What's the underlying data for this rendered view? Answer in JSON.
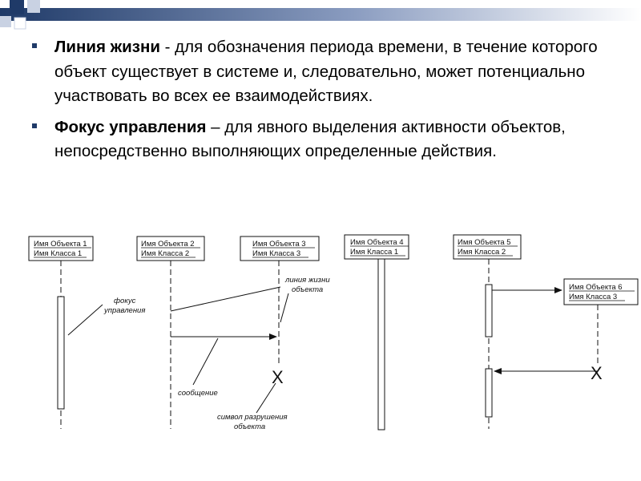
{
  "slide": {
    "colors": {
      "accent_dark": "#1f3a68",
      "accent_light": "#c9d2e3",
      "ink": "#111111"
    },
    "bullets": [
      {
        "term": "Линия жизни",
        "text": " - для обозначения периода времени, в течение которого объект существует в системе и, следовательно, может потенциально участвовать во всех ее взаимодействиях."
      },
      {
        "term": "Фокус управления",
        "text": " – для явного выделения активности объектов, непосредственно выполняющих определенные действия."
      }
    ]
  },
  "diagram": {
    "objects": [
      {
        "name": "Имя Объекта 1",
        "cls": "Имя Класса 1"
      },
      {
        "name": "Имя Объекта 2",
        "cls": "Имя Класса 2"
      },
      {
        "name": "Имя Объекта 3",
        "cls": "Имя Класса 3"
      },
      {
        "name": "Имя Объекта 4",
        "cls": "Имя Класса 1"
      },
      {
        "name": "Имя Объекта 5",
        "cls": "Имя Класса 2"
      },
      {
        "name": "Имя Объекта 6",
        "cls": "Имя Класса 3"
      }
    ],
    "annotations": {
      "focus_1": "фокус",
      "focus_2": "управления",
      "lifeline_1": "линия жизни",
      "lifeline_2": "объекта",
      "message": "сообщение",
      "destroy_1": "символ разрушения",
      "destroy_2": "объекта"
    },
    "destroy_symbol": "X"
  }
}
